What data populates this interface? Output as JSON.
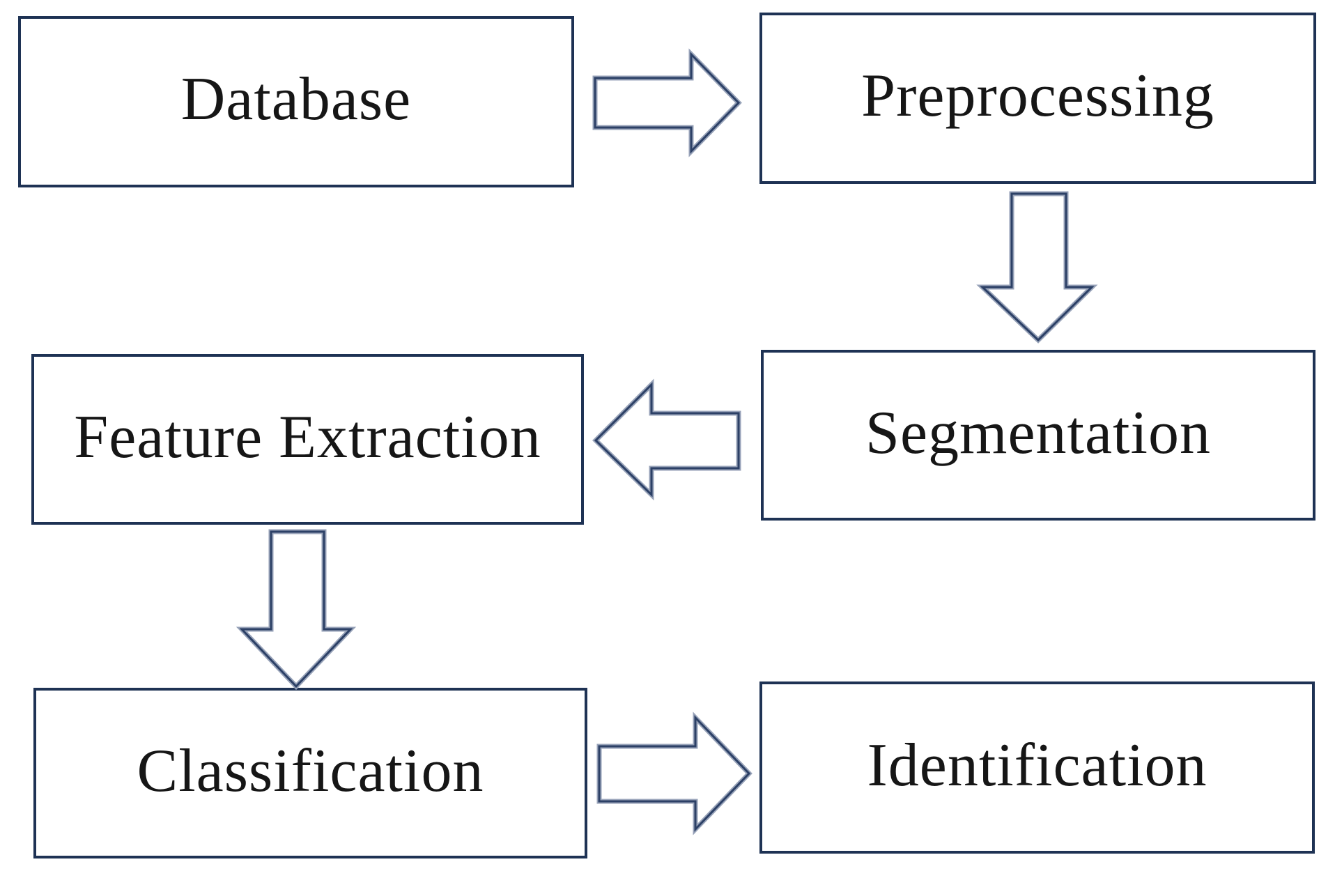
{
  "diagram": {
    "type": "flowchart",
    "nodes": [
      {
        "id": "database",
        "label": "Database"
      },
      {
        "id": "preprocessing",
        "label": "Preprocessing"
      },
      {
        "id": "segmentation",
        "label": "Segmentation"
      },
      {
        "id": "feature-extraction",
        "label": "Feature Extraction"
      },
      {
        "id": "classification",
        "label": "Classification"
      },
      {
        "id": "identification",
        "label": "Identification"
      }
    ],
    "edges": [
      {
        "from": "Database",
        "to": "Preprocessing",
        "direction": "right"
      },
      {
        "from": "Preprocessing",
        "to": "Segmentation",
        "direction": "down"
      },
      {
        "from": "Segmentation",
        "to": "Feature Extraction",
        "direction": "left"
      },
      {
        "from": "Feature Extraction",
        "to": "Classification",
        "direction": "down"
      },
      {
        "from": "Classification",
        "to": "Identification",
        "direction": "right"
      }
    ],
    "colors": {
      "background": "#ffffff",
      "box_border": "#1e3254",
      "box_fill": "#ffffff",
      "arrow_outline_light": "#97a2b8",
      "arrow_outline_dark": "#2c4066",
      "text": "#161616"
    }
  }
}
